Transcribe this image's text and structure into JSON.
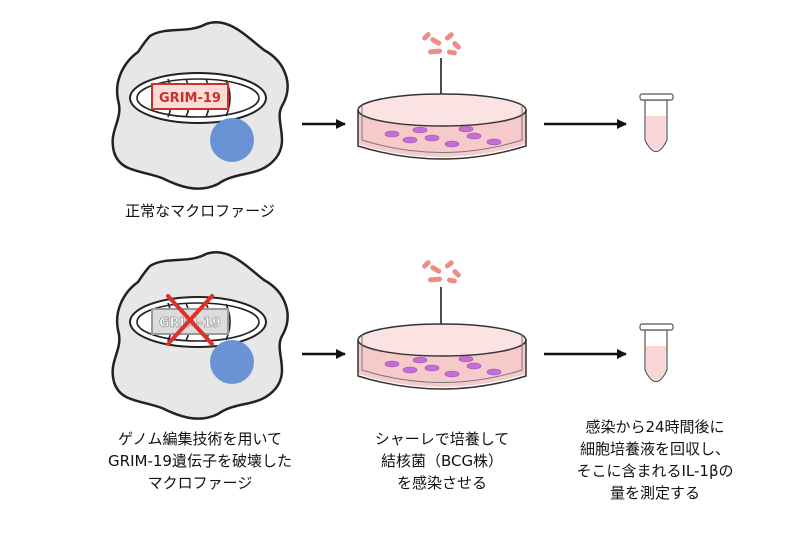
{
  "row1": {
    "protein_label": "GRIM-19",
    "caption": "正常なマクロファージ"
  },
  "row2": {
    "protein_label": "GRIM-19",
    "caption_lines": [
      "ゲノム編集技術を用いて",
      "GRIM-19遺伝子を破壊した",
      "マクロファージ"
    ]
  },
  "step2": {
    "caption_lines": [
      "シャーレで培養して",
      "結核菌（BCG株）",
      "を感染させる"
    ]
  },
  "step3": {
    "caption_lines": [
      "感染から24時間後に",
      "細胞培養液を回収し、",
      "そこに含まれるIL-1βの",
      "量を測定する"
    ]
  },
  "colors": {
    "cell_fill": "#e7e7e7",
    "nucleus": "#6a93d6",
    "bacteria": "#ef8c86",
    "dish_medium": "#f6c9cb",
    "dish_cells": "#c56fd6",
    "label_red": "#c9312a",
    "cross_red": "#e0302a",
    "tube_liquid": "#f9d7d7"
  }
}
